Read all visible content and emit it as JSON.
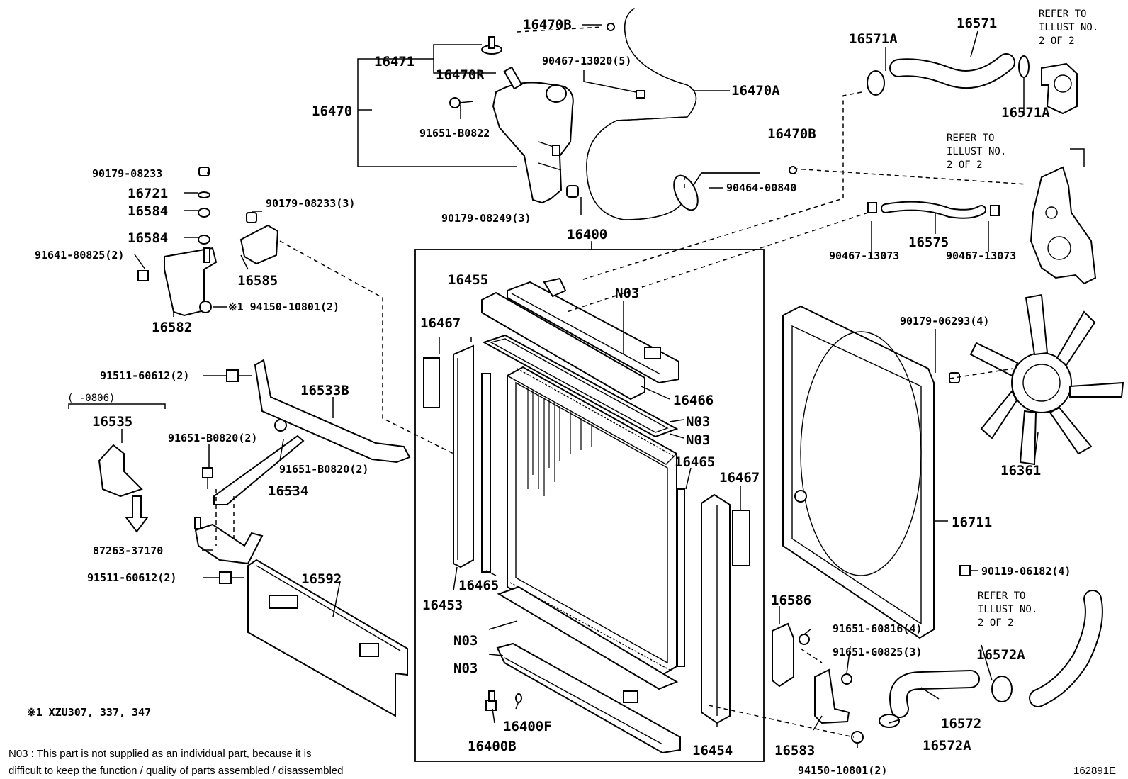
{
  "diagram": {
    "figure_id": "162891E",
    "footnote_xzu": "※1  XZU307, 337, 347",
    "note_n03_line1": "N03 : This part is not supplied as an individual part, because it is",
    "note_n03_line2": "difficult to keep the function / quality of parts assembled / disassembled",
    "labels": {
      "p16470B_top": "16470B",
      "p16471": "16471",
      "p16470R": "16470R",
      "p90467_13020": "90467-13020(5)",
      "p16470": "16470",
      "p16470A": "16470A",
      "p91651_B0822": "91651-B0822",
      "p16470B_mid": "16470B",
      "p90464_00840": "90464-00840",
      "p90179_08249": "90179-08249(3)",
      "p16571A_left": "16571A",
      "p16571": "16571",
      "p16571A_right": "16571A",
      "refer_1_line1": "REFER TO",
      "refer_1_line2": "ILLUST NO.",
      "refer_1_line3": "2 OF 2",
      "refer_2_line1": "REFER TO",
      "refer_2_line2": "ILLUST NO.",
      "refer_2_line3": "2 OF 2",
      "refer_3_line1": "REFER TO",
      "refer_3_line2": "ILLUST NO.",
      "refer_3_line3": "2 OF 2",
      "p90179_08233_a": "90179-08233",
      "p16721": "16721",
      "p16584_a": "16584",
      "p90179_08233_b": "90179-08233(3)",
      "p16584_b": "16584",
      "p91641_80825": "91641-80825(2)",
      "p16585": "16585",
      "p94150_10801_a": "※1  94150-10801(2)",
      "p16582": "16582",
      "p16400": "16400",
      "p16575": "16575",
      "p90467_13073_a": "90467-13073",
      "p90467_13073_b": "90467-13073",
      "p16455": "16455",
      "p16467_left": "16467",
      "n03_1": "N03",
      "p90179_06293": "90179-06293(4)",
      "p91511_60612_a": "91511-60612(2)",
      "p16533B": "16533B",
      "p16466": "16466",
      "n03_2": "N03",
      "n03_3": "N03",
      "range_0806": "(      -0806)",
      "p16535": "16535",
      "p91651_B0820_a": "91651-B0820(2)",
      "p91651_B0820_b": "91651-B0820(2)",
      "p16534": "16534",
      "p16465_right": "16465",
      "p16467_right": "16467",
      "p16361": "16361",
      "p16711": "16711",
      "p87263_37170": "87263-37170",
      "p90119_06182": "90119-06182(4)",
      "p91511_60612_b": "91511-60612(2)",
      "p16592": "16592",
      "p16465_left": "16465",
      "p16453": "16453",
      "p16586": "16586",
      "p91651_60816": "91651-60816(4)",
      "p91651_G0825": "91651-G0825(3)",
      "n03_4": "N03",
      "n03_5": "N03",
      "p16572A_top": "16572A",
      "p16400F": "16400F",
      "p16572": "16572",
      "p16400B": "16400B",
      "p16454": "16454",
      "p16583": "16583",
      "p16572A_bottom": "16572A",
      "p94150_10801_b": "94150-10801(2)"
    }
  }
}
